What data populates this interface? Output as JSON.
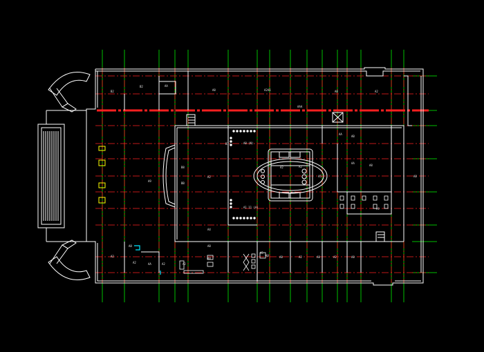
{
  "drawing": {
    "colors": {
      "background": "#000000",
      "grid_axis": "#00c000",
      "grid_line": "#ff2020",
      "wall": "#ffffff",
      "beam": "#ff2020",
      "marker": "#ffff00",
      "accent": "#00e5ff"
    },
    "room_labels": [
      "B2",
      "B2",
      "AA",
      "A8",
      "A2A1",
      "AAA",
      "A8",
      "A2",
      "A9",
      "B8",
      "BB",
      "A2",
      "A8 (N)",
      "A2",
      "A2",
      "A5",
      "AB",
      "A8",
      "A8",
      "A1 11 (A)",
      "A4",
      "A8",
      "A2",
      "AA",
      "A2",
      "A8",
      "A2",
      "A5",
      "A8",
      "A8",
      "A2",
      "A8",
      "A2",
      "A8",
      "A2",
      "A8",
      "AA",
      "AA",
      "B1",
      "A9"
    ]
  }
}
